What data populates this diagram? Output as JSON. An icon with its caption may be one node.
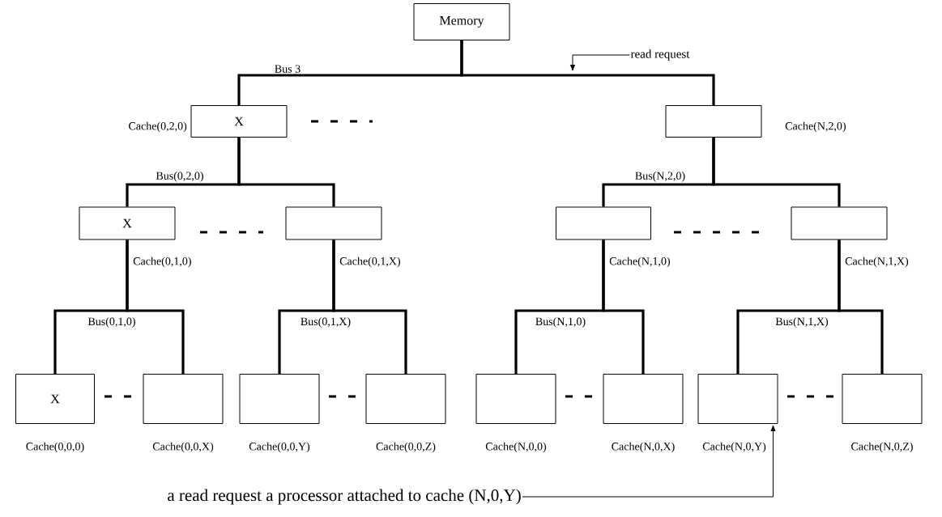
{
  "diagram": {
    "nodes": [
      {
        "text": [
          "Memory"
        ]
      },
      {
        "text": [
          "X"
        ],
        "beside": [
          "Cache(0,2,0)"
        ]
      },
      {
        "text": [],
        "shape": "box",
        "beside": [
          "Cache(N,2,0)"
        ]
      },
      {
        "text": [
          "X"
        ],
        "beside": [
          "Cache(0,1,0)"
        ]
      },
      {
        "text": [],
        "shape": "box",
        "beside": [
          "Cache(0,1,X)"
        ]
      },
      {
        "text": [],
        "shape": "box",
        "beside": [
          "Cache(N,1,0)"
        ]
      },
      {
        "text": [],
        "shape": "box",
        "beside": [
          "Cache(N,1,X)"
        ]
      },
      {
        "text": [
          "X"
        ],
        "beside": [
          "Cache(0,0,0)"
        ]
      },
      {
        "text": [],
        "shape": "box",
        "beside": [
          "Cache(0,0,X)"
        ]
      },
      {
        "text": [],
        "shape": "box",
        "beside": [
          "Cache(0,0,Y)"
        ]
      },
      {
        "text": [],
        "shape": "box",
        "beside": [
          "Cache(0,0,Z)"
        ]
      },
      {
        "text": [],
        "shape": "box",
        "beside": [
          "Cache(N,0,0)"
        ]
      },
      {
        "text": [],
        "shape": "box",
        "beside": [
          "Cache(N,0,X)"
        ]
      },
      {
        "text": [],
        "shape": "box",
        "beside": [
          "Cache(N,0,Y)"
        ]
      },
      {
        "text": [],
        "shape": "box",
        "beside": [
          "Cache(N,0,Z)"
        ]
      },
      {
        "text": [
          "a  read request a processor attached to cache (N,0,Y)"
        ]
      },
      {
        "text": [
          "read request"
        ]
      }
    ],
    "edges": [
      {
        "from": 0,
        "to": 1,
        "arrow": "none",
        "label": "Bus 3"
      },
      {
        "from": 0,
        "to": 2,
        "arrow": "none"
      },
      {
        "from": 1,
        "to": 3,
        "arrow": "none",
        "label": "Bus(0,2,0)"
      },
      {
        "from": 1,
        "to": 4,
        "arrow": "none"
      },
      {
        "from": 2,
        "to": 5,
        "arrow": "none",
        "label": "Bus(N,2,0)"
      },
      {
        "from": 2,
        "to": 6,
        "arrow": "none"
      },
      {
        "from": 3,
        "to": 7,
        "arrow": "none",
        "label": "Bus(0,1,0)"
      },
      {
        "from": 3,
        "to": 8,
        "arrow": "none"
      },
      {
        "from": 4,
        "to": 9,
        "arrow": "none",
        "label": "Bus(0,1,X)"
      },
      {
        "from": 4,
        "to": 10,
        "arrow": "none"
      },
      {
        "from": 5,
        "to": 11,
        "arrow": "none",
        "label": "Bus(N,1,0)"
      },
      {
        "from": 5,
        "to": 12,
        "arrow": "none"
      },
      {
        "from": 6,
        "to": 13,
        "arrow": "none",
        "label": "Bus(N,1,X)"
      },
      {
        "from": 6,
        "to": 14,
        "arrow": "none"
      },
      {
        "from": 15,
        "to": 13,
        "arrow": "to"
      },
      {
        "from": 16,
        "to": null,
        "arrow": "to"
      }
    ]
  }
}
